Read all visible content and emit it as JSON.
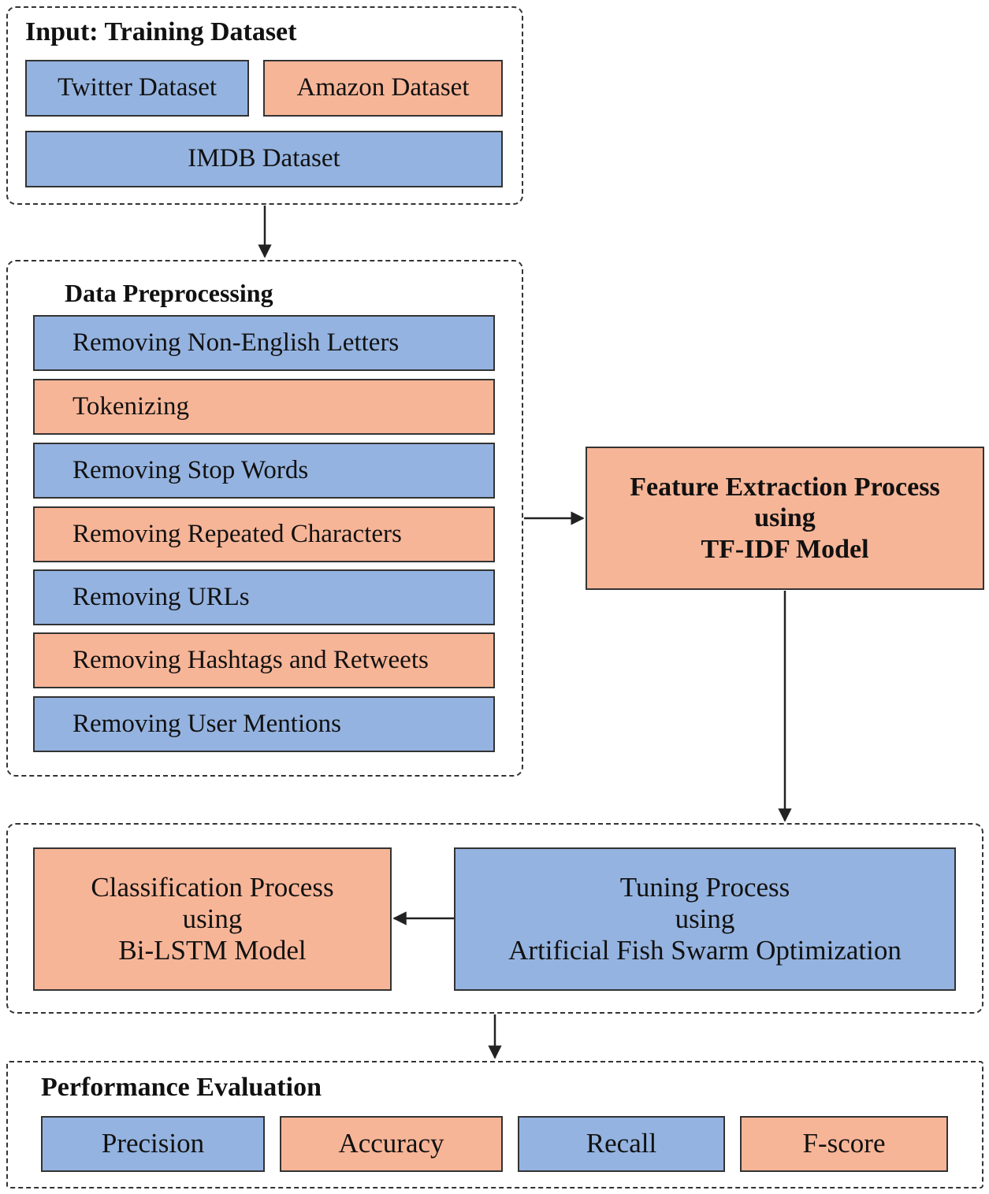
{
  "input": {
    "title": "Input: Training Dataset",
    "twitter": "Twitter Dataset",
    "amazon": "Amazon Dataset",
    "imdb": "IMDB Dataset"
  },
  "preprocessing": {
    "title": "Data Preprocessing",
    "steps": [
      "Removing Non-English Letters",
      "Tokenizing",
      "Removing Stop Words",
      "Removing Repeated Characters",
      "Removing URLs",
      "Removing Hashtags and Retweets",
      "Removing User Mentions"
    ]
  },
  "feature": {
    "line1": "Feature Extraction Process",
    "line2": "using",
    "line3": "TF-IDF Model"
  },
  "classification": {
    "line1": "Classification Process",
    "line2": "using",
    "line3": "Bi-LSTM Model"
  },
  "tuning": {
    "line1": "Tuning Process",
    "line2": "using",
    "line3": "Artificial Fish Swarm Optimization"
  },
  "evaluation": {
    "title": "Performance Evaluation",
    "metrics": [
      "Precision",
      "Accuracy",
      "Recall",
      "F-score"
    ]
  },
  "colors": {
    "blue": "#94b3e0",
    "orange": "#f7b597",
    "border": "#333333"
  }
}
